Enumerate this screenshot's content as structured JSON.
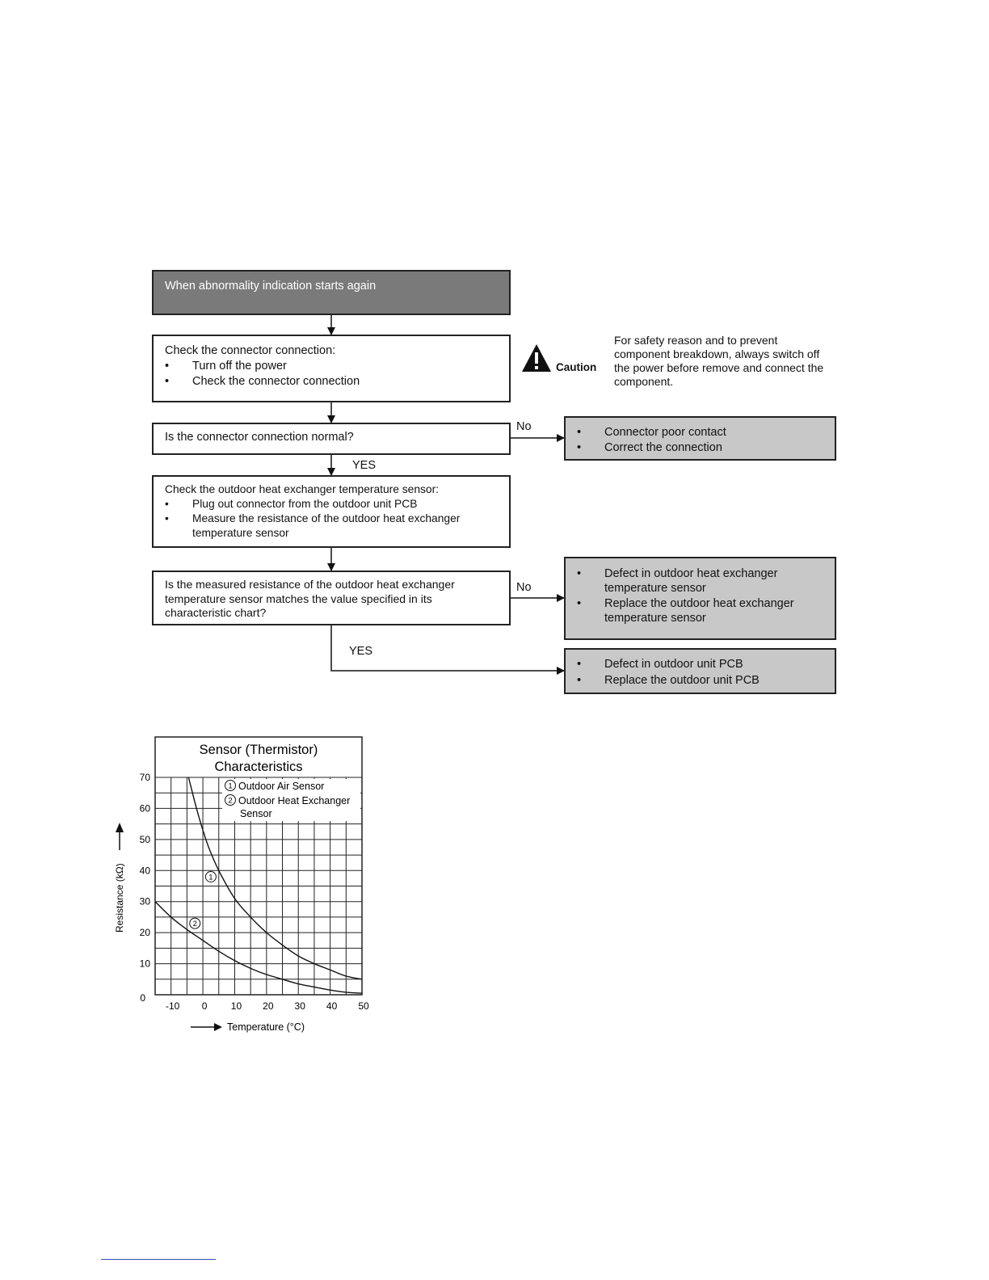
{
  "flow": {
    "start": "When abnormality indication starts again",
    "check_connector": {
      "title": "Check the connector connection:",
      "items": [
        "Turn off the power",
        "Check the connector connection"
      ]
    },
    "q_connector": "Is the connector connection normal?",
    "no1": "No",
    "yes1": "YES",
    "result_connector": [
      "Connector poor contact",
      "Correct the connection"
    ],
    "check_sensor": {
      "title": "Check the outdoor heat exchanger temperature sensor:",
      "items": [
        "Plug out connector from the outdoor unit PCB",
        "Measure the resistance of the outdoor heat exchanger temperature sensor"
      ]
    },
    "q_resistance": "Is the measured resistance of the outdoor heat exchanger temperature sensor matches the value specified in its characteristic chart?",
    "no2": "No",
    "yes2": "YES",
    "result_sensor": [
      "Defect in outdoor heat exchanger temperature sensor",
      "Replace the outdoor heat exchanger temperature sensor"
    ],
    "result_pcb": [
      "Defect in outdoor unit PCB",
      "Replace the outdoor unit PCB"
    ]
  },
  "caution": {
    "label": "Caution",
    "text": "For safety reason and to prevent component breakdown, always switch off the power before remove and connect the component."
  },
  "chart_data": {
    "type": "line",
    "title": "Sensor (Thermistor) Characteristics",
    "xlabel": "Temperature (°C)",
    "ylabel": "Resistance (kΩ)",
    "xlim": [
      -15,
      50
    ],
    "ylim": [
      0,
      70
    ],
    "xticks": [
      -10,
      0,
      10,
      20,
      30,
      40,
      50
    ],
    "yticks": [
      0,
      10,
      20,
      30,
      40,
      50,
      60,
      70
    ],
    "grid": true,
    "legend": [
      "Outdoor Air Sensor",
      "Outdoor Heat Exchanger Sensor"
    ],
    "series": [
      {
        "name": "Outdoor Air Sensor",
        "marker": "1",
        "x": [
          -4.5,
          -2,
          0,
          2,
          5,
          10,
          15,
          20,
          25,
          30,
          35,
          40,
          45,
          50
        ],
        "y": [
          70,
          60,
          53,
          47,
          40,
          31,
          25,
          20,
          16,
          12.5,
          10,
          8,
          6,
          5
        ]
      },
      {
        "name": "Outdoor Heat Exchanger Sensor",
        "marker": "2",
        "x": [
          -15,
          -10,
          -5,
          0,
          5,
          10,
          15,
          20,
          25,
          30,
          35,
          40,
          45,
          50
        ],
        "y": [
          30,
          25,
          21,
          17.5,
          14,
          11,
          8.5,
          6.5,
          5,
          3.5,
          2.5,
          1.5,
          0.8,
          0.5
        ]
      }
    ]
  }
}
